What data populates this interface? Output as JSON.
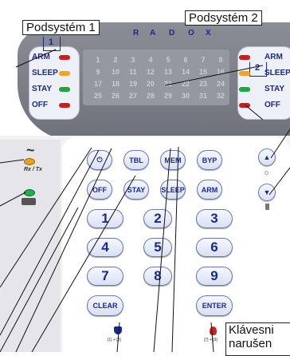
{
  "subsystems": {
    "left_label": "Podsystém 1",
    "right_label": "Podsystém 2",
    "left_icon_number": "1",
    "right_icon_number": "2"
  },
  "header_letters": [
    "R",
    "A",
    "D",
    "O",
    "X"
  ],
  "status_rows_left": [
    {
      "label": "ARM",
      "led_color": "#d11a1a"
    },
    {
      "label": "SLEEP",
      "led_color": "#f2a51a"
    },
    {
      "label": "STAY",
      "led_color": "#1aa83a"
    },
    {
      "label": "OFF",
      "led_color": "#d11a1a"
    }
  ],
  "status_rows_right": [
    {
      "label": "ARM",
      "led_color": "#d11a1a"
    },
    {
      "label": "SLEEP",
      "led_color": "#f2a51a"
    },
    {
      "label": "STAY",
      "led_color": "#1aa83a"
    },
    {
      "label": "OFF",
      "led_color": "#d11a1a"
    }
  ],
  "zones": [
    "1",
    "2",
    "3",
    "4",
    "5",
    "6",
    "7",
    "8",
    "9",
    "10",
    "11",
    "12",
    "13",
    "14",
    "15",
    "16",
    "17",
    "18",
    "19",
    "20",
    "21",
    "22",
    "23",
    "24",
    "25",
    "26",
    "27",
    "28",
    "29",
    "30",
    "31",
    "32"
  ],
  "side_indicators": {
    "rxtx_label": "Rx / Tx",
    "ac_symbol": "~"
  },
  "keys": {
    "row1": [
      "⏻",
      "TBL",
      "MEM",
      "BYP"
    ],
    "row2": [
      "OFF",
      "STAY",
      "SLEEP",
      "ARM"
    ],
    "digits": [
      "1",
      "2",
      "3",
      "4",
      "5",
      "6",
      "7",
      "8",
      "9"
    ],
    "clear": "CLEAR",
    "ok": "ENTER"
  },
  "panic_labels": {
    "left": "[1] + [3]",
    "right": "[7] + [9]"
  },
  "callout_bottom": {
    "line1": "Klávesni",
    "line2": "narušen"
  },
  "colors": {
    "housing": "#e9e9ee",
    "top_panel": "#7d8088",
    "accent_blue": "#1a2a8a",
    "keypad_bg": "#ffffff"
  }
}
